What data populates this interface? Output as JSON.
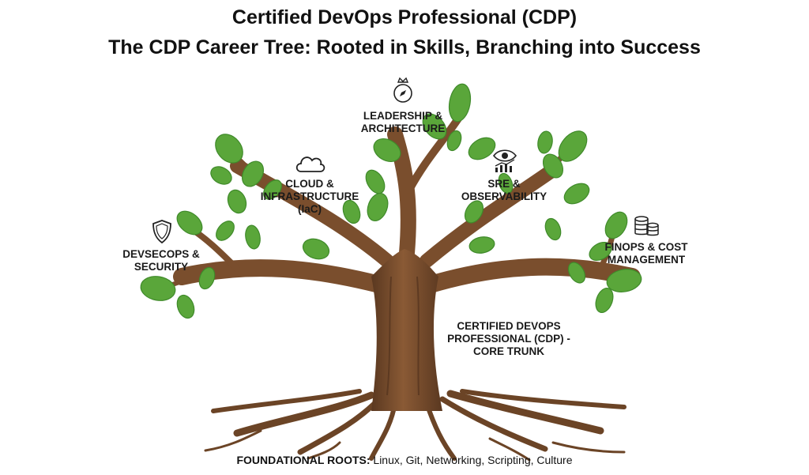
{
  "header": {
    "title": "Certified DevOps Professional (CDP)",
    "subtitle": "The CDP Career Tree: Rooted in Skills, Branching into Success"
  },
  "branches": {
    "leadership": {
      "lines": [
        "LEADERSHIP &",
        "ARCHITECTURE"
      ],
      "icon": "crowned-compass-icon"
    },
    "cloud": {
      "lines": [
        "CLOUD &",
        "INFRASTRUCTURE",
        "(IaC)"
      ],
      "icon": "cloud-icon"
    },
    "sre": {
      "lines": [
        "SRE &",
        "OBSERVABILITY"
      ],
      "icon": "eye-chart-icon"
    },
    "devsecops": {
      "lines": [
        "DEVSECOPS &",
        "SECURITY"
      ],
      "icon": "shield-icon"
    },
    "finops": {
      "lines": [
        "FINOPS & COST",
        "MANAGEMENT"
      ],
      "icon": "coin-stack-icon"
    }
  },
  "trunk": {
    "lines": [
      "CERTIFIED DEVOPS",
      "PROFESSIONAL (CDP) -",
      "CORE TRUNK"
    ]
  },
  "roots": {
    "label": "FOUNDATIONAL ROOTS:",
    "items": "Linux, Git, Networking, Scripting, Culture"
  },
  "colors": {
    "trunk": "#7a4e2d",
    "trunk_dark": "#5a3820",
    "leaf": "#5aa63a",
    "leaf_dark": "#3f8a2a"
  }
}
